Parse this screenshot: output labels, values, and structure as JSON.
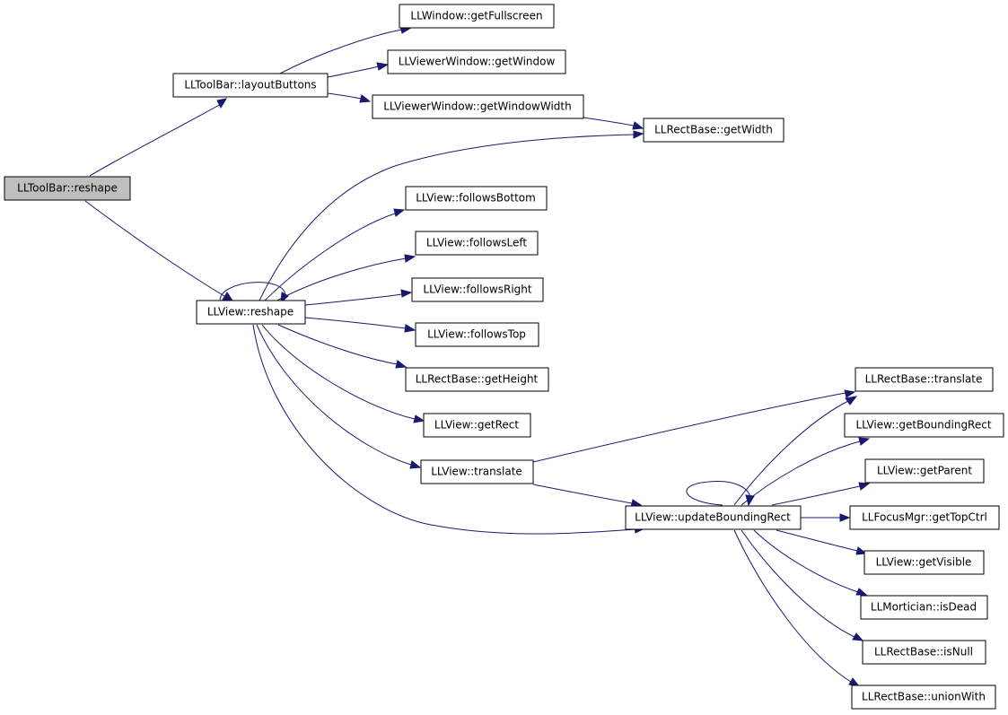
{
  "colors": {
    "edge": "#191970",
    "root_fill": "#bfbfbf",
    "node_fill": "#ffffff",
    "node_stroke": "#000000"
  },
  "nodes": {
    "root": "LLToolBar::reshape",
    "layoutButtons": "LLToolBar::layoutButtons",
    "getFullscreen": "LLWindow::getFullscreen",
    "getWindow": "LLViewerWindow::getWindow",
    "getWindowWidth": "LLViewerWindow::getWindowWidth",
    "getWidth": "LLRectBase::getWidth",
    "viewReshape": "LLView::reshape",
    "followsBottom": "LLView::followsBottom",
    "followsLeft": "LLView::followsLeft",
    "followsRight": "LLView::followsRight",
    "followsTop": "LLView::followsTop",
    "getHeight": "LLRectBase::getHeight",
    "getRect": "LLView::getRect",
    "viewTranslate": "LLView::translate",
    "updateBoundingRect": "LLView::updateBoundingRect",
    "rectTranslate": "LLRectBase::translate",
    "getBoundingRect": "LLView::getBoundingRect",
    "getParent": "LLView::getParent",
    "getTopCtrl": "LLFocusMgr::getTopCtrl",
    "getVisible": "LLView::getVisible",
    "isDead": "LLMortician::isDead",
    "isNull": "LLRectBase::isNull",
    "unionWith": "LLRectBase::unionWith"
  }
}
